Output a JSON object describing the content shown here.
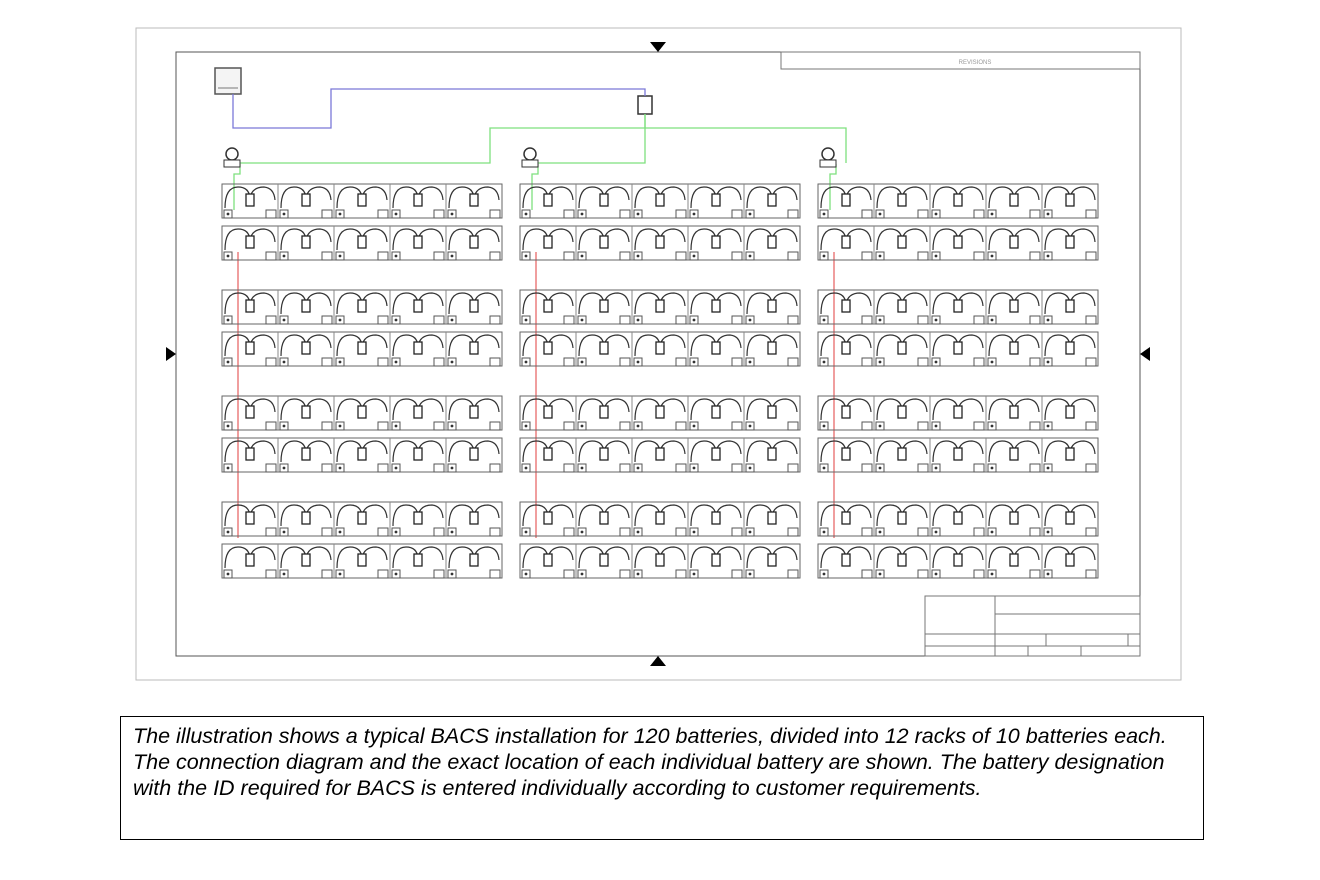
{
  "drawing": {
    "revisions_label": "REVISIONS",
    "rack_columns": 3,
    "rack_strips_per_column": 8,
    "batteries_per_strip": 5,
    "colors": {
      "frame": "#555555",
      "bus": "#7b78d8",
      "sensor_link": "#7ee07e",
      "string_link": "#e86a6a"
    }
  },
  "caption": {
    "text": "The illustration shows a typical BACS installation for 120 batteries, divided into 12 racks of 10 batteries each. The connection diagram and the exact location of each individual battery are shown. The battery designation with the ID required for BACS is entered individually according to customer requirements."
  }
}
